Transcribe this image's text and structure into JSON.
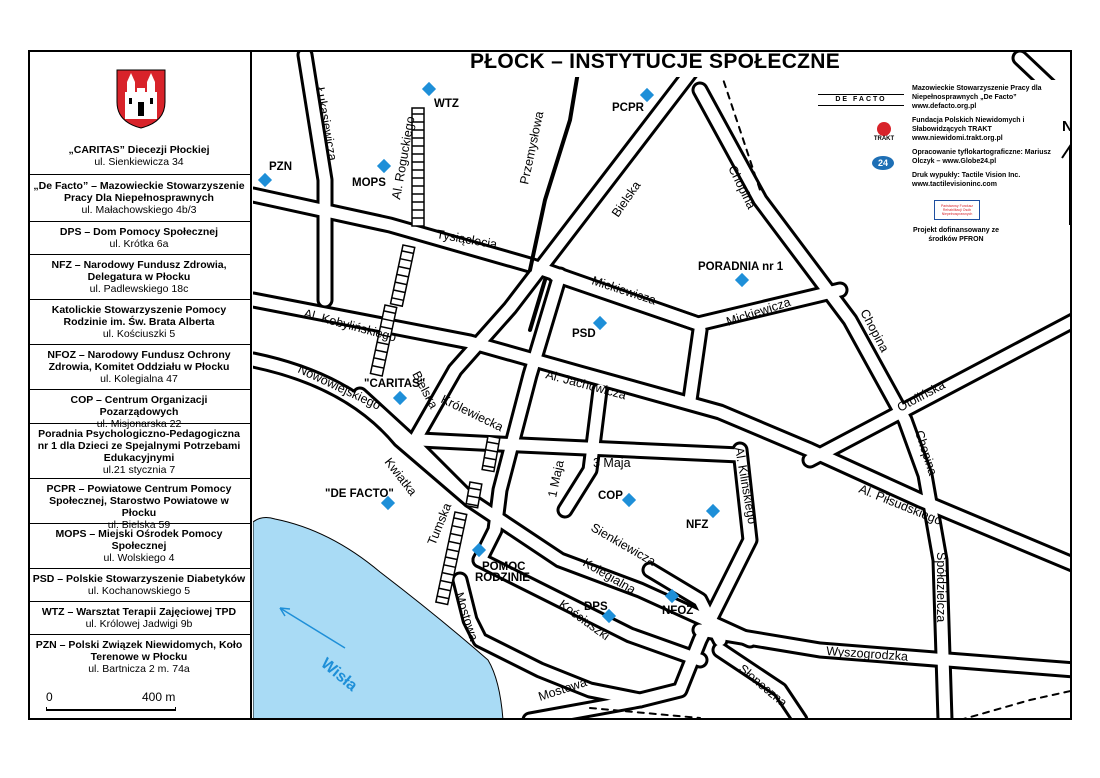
{
  "title": "PŁOCK – INSTYTUCJE SPOŁECZNE",
  "north_label": "N",
  "legend": [
    {
      "name": "„CARITAS” Diecezji Płockiej",
      "address": "ul. Sienkiewicza 34"
    },
    {
      "name": "„De Facto” – Mazowieckie Stowarzyszenie Pracy Dla Niepełnosprawnych",
      "address": "ul. Małachowskiego 4b/3"
    },
    {
      "name": "DPS – Dom Pomocy Społecznej",
      "address": "ul. Krótka 6a"
    },
    {
      "name": "NFZ – Narodowy Fundusz Zdrowia, Delegatura w Płocku",
      "address": "ul. Padlewskiego 18c"
    },
    {
      "name": "Katolickie Stowarzyszenie Pomocy Rodzinie im. Św. Brata Alberta",
      "address": "ul. Kościuszki 5"
    },
    {
      "name": "NFOZ – Narodowy Fundusz Ochrony Zdrowia, Komitet Oddziału w Płocku",
      "address": "ul. Kolegialna 47"
    },
    {
      "name": "COP – Centrum Organizacji Pozarządowych",
      "address": "ul. Misjonarska 22"
    },
    {
      "name": "Poradnia Psychologiczno-Pedagogiczna nr 1 dla Dzieci ze Spejalnymi Potrzebami Edukacyjnymi",
      "address": "ul.21 stycznia 7"
    },
    {
      "name": "PCPR – Powiatowe Centrum Pomocy Społecznej, Starostwo Powiatowe w Płocku",
      "address": "ul. Bielska 59"
    },
    {
      "name": "MOPS – Miejski Ośrodek Pomocy Społecznej",
      "address": "ul. Wolskiego 4"
    },
    {
      "name": "PSD – Polskie Stowarzyszenie Diabetyków",
      "address": "ul. Kochanowskiego 5"
    },
    {
      "name": "WTZ – Warsztat Terapii Zajęciowej TPD",
      "address": "ul. Królowej Jadwigi 9b"
    },
    {
      "name": "PZN – Polski Związek Niewidomych, Koło Terenowe w Płocku",
      "address": "ul. Bartnicza 2 m. 74a"
    }
  ],
  "scale": {
    "start": "0",
    "end": "400 m"
  },
  "credits": {
    "org1": "Mazowieckie Stowarzyszenie Pracy dla Niepełnosprawnych „De Facto”",
    "url1": "www.defacto.org.pl",
    "org2": "Fundacja Polskich Niewidomych i Słabowidzących TRAKT",
    "url2": "www.niewidomi.trakt.org.pl",
    "design": "Opracowanie tyflokartograficzne: Mariusz Olczyk – www.Globe24.pl",
    "print": "Druk wypukły: Tactile Vision Inc.",
    "url3": "www.tactilevisioninc.com",
    "funding": "Projekt dofinansowany ze środków PFRON",
    "logo_defacto": "DE FACTO",
    "logo_trakt": "TRAKT",
    "logo_globe": "24",
    "logo_pfron": "Państwowy Fundusz Rehabilitacji Osób Niepełnosprawnych"
  },
  "streets": {
    "lukasiewicza": "Łukasiewicza",
    "roguckiego": "Al. Roguckiego",
    "przemyslowa": "Przemysłowa",
    "bielska_n": "Bielska",
    "chopina_1": "Chopina",
    "chopina_2": "Chopina",
    "chopina_3": "Chopina",
    "tysiaclecia": "Tysiąclecia",
    "mickiewicza_1": "Mickiewicza",
    "mickiewicza_2": "Mickiewicza",
    "kobylinskiego": "Al. Kobylińskiego",
    "jachowicza": "Al. Jachowicza",
    "otolinska": "Otolińska",
    "nowowiejskiego": "Nowowiejskiego",
    "bielska_s": "Bielska",
    "krolewiecka": "Królewiecka",
    "trzeci_maja": "3 Maja",
    "kilinskiego": "Al. Kilińskiego",
    "pilsudskiego": "Al. Piłsudskiego",
    "kwiatka": "Kwiatka",
    "pierwszy_maja": "1 Maja",
    "sienkiewicza": "Sienkiewicza",
    "tumska": "Tumska",
    "kolegialna": "Kolegialna",
    "mostowa_1": "Mostowa",
    "mostowa_2": "Mostowa",
    "kosciuszki": "Kościuszki",
    "wyszogrodzka": "Wyszogrodzka",
    "sloneczna": "Słoneczna",
    "spoldzielcza": "Spółdzielcza",
    "wisla": "Wisła"
  },
  "markers": {
    "wtz": "WTZ",
    "pcpr": "PCPR",
    "pzn": "PZN",
    "mops": "MOPS",
    "poradnia": "PORADNIA nr 1",
    "psd": "PSD",
    "caritas": "\"CARITAS\"",
    "defacto": "\"DE FACTO\"",
    "cop": "COP",
    "nfz": "NFZ",
    "pomoc": "POMOC",
    "rodzinie": "RODZINIE",
    "dps": "DPS",
    "nfoz": "NFOZ"
  },
  "colors": {
    "marker": "#1e8fd8",
    "river": "#a9dbf5",
    "river_label": "#1e8fd8",
    "road": "#000000"
  }
}
